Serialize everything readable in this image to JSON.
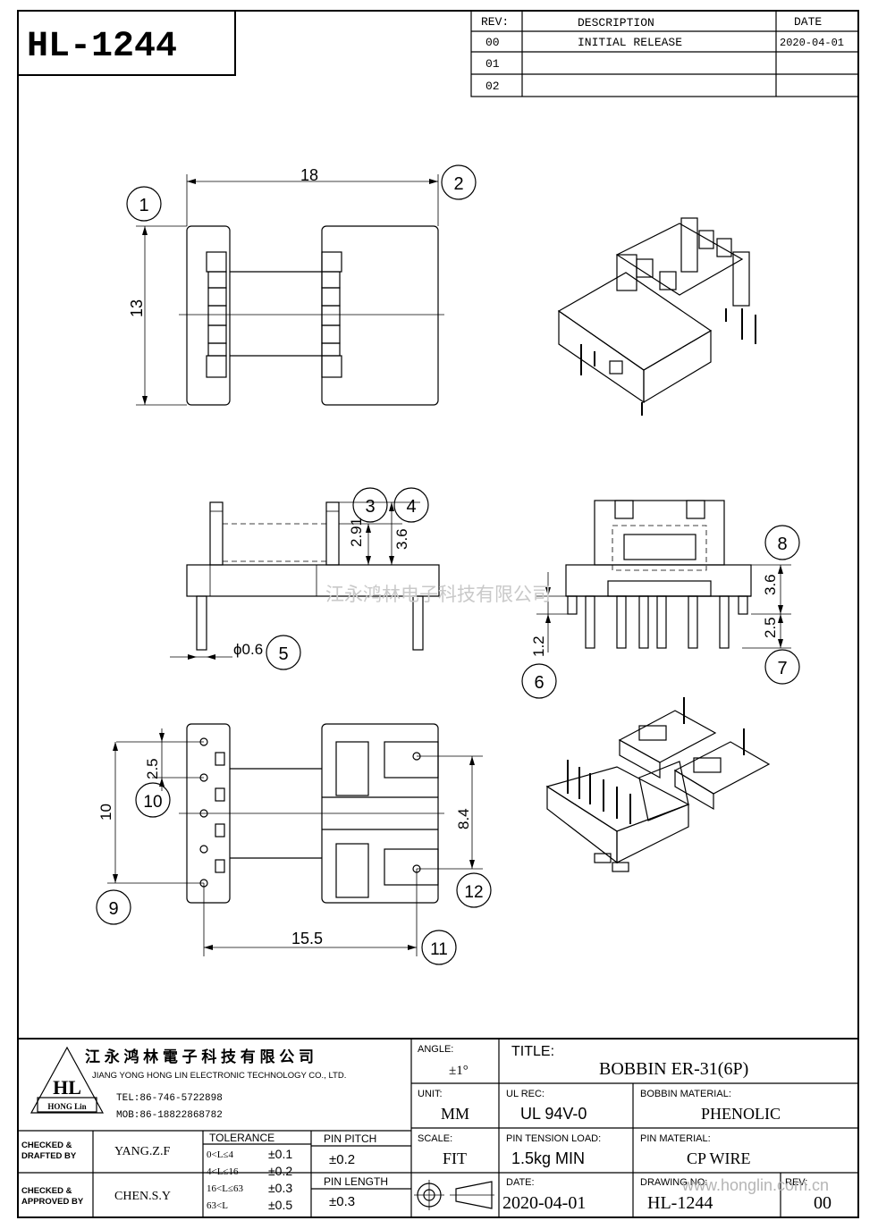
{
  "header": {
    "part_number": "HL-1244",
    "rev_col": "REV:",
    "desc_col": "DESCRIPTION",
    "date_col": "DATE",
    "rows": [
      {
        "rev": "00",
        "description": "INITIAL RELEASE",
        "date": "2020-04-01"
      },
      {
        "rev": "01",
        "description": "",
        "date": ""
      },
      {
        "rev": "02",
        "description": "",
        "date": ""
      }
    ]
  },
  "dimensions": {
    "width_18": "18",
    "height_13": "13",
    "d_2_91": "2.91",
    "d_3_6_a": "3.6",
    "pin_dia": "ϕ0.6",
    "d_3_6_b": "3.6",
    "d_2_5_a": "2.5",
    "d_1_2": "1.2",
    "d_2_5_b": "2.5",
    "d_10": "10",
    "d_8_4": "8.4",
    "d_15_5": "15.5"
  },
  "balloons": [
    "1",
    "2",
    "3",
    "4",
    "5",
    "6",
    "7",
    "8",
    "9",
    "10",
    "11",
    "12"
  ],
  "watermark": "江永鸿林电子科技有限公司",
  "company": {
    "name_cn": "江 永 鸿 林 電 子 科 技 有 限 公 司",
    "name_en": "JIANG YONG HONG LIN ELECTRONIC TECHNOLOGY CO., LTD.",
    "tel": "TEL:86-746-5722898",
    "mob": "MOB:86-18822868782",
    "logo_text": "HL",
    "logo_sub": "HONG Lin"
  },
  "title_block": {
    "angle_label": "ANGLE:",
    "angle_value": "±1°",
    "title_label": "TITLE:",
    "title_value": "BOBBIN  ER-31(6P)",
    "unit_label": "UNIT:",
    "unit_value": "MM",
    "ul_label": "UL REC:",
    "ul_value": "UL 94V-0",
    "bobbin_mat_label": "BOBBIN MATERIAL:",
    "bobbin_mat_value": "PHENOLIC",
    "scale_label": "SCALE:",
    "scale_value": "FIT",
    "pin_tension_label": "PIN TENSION LOAD:",
    "pin_tension_value": "1.5kg MIN",
    "pin_mat_label": "PIN MATERIAL:",
    "pin_mat_value": "CP   WIRE",
    "date_label": "DATE:",
    "date_value": "2020-04-01",
    "drawing_label": "DRAWING NO:",
    "drawing_value": "HL-1244",
    "rev_label": "REV:",
    "rev_value": "00",
    "website": "www.honglin.com.cn",
    "checked_drafted_label_1": "CHECKED &",
    "checked_drafted_label_2": "DRAFTED BY",
    "drafted_by": "YANG.Z.F",
    "checked_approved_label_1": "CHECKED &",
    "checked_approved_label_2": "APPROVED BY",
    "approved_by": "CHEN.S.Y",
    "tolerance_label": "TOLERANCE",
    "tolerances": [
      {
        "range": "0<L≤4",
        "value": "±0.1"
      },
      {
        "range": "4<L≤16",
        "value": "±0.2"
      },
      {
        "range": "16<L≤63",
        "value": "±0.3"
      },
      {
        "range": "63<L",
        "value": "±0.5"
      }
    ],
    "pin_pitch_label": "PIN PITCH",
    "pin_pitch_value": "±0.2",
    "pin_length_label": "PIN LENGTH",
    "pin_length_value": "±0.3"
  }
}
